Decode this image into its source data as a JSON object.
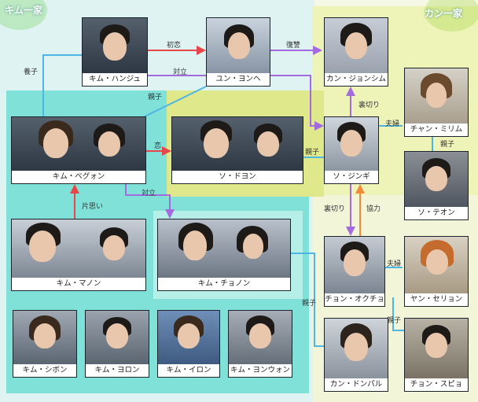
{
  "families": {
    "kim": "キム一家",
    "kang": "カン一家"
  },
  "people": {
    "kim_hanju": "キム・ハンジュ",
    "yun_yonhe": "ユン・ヨンヘ",
    "kang_jonsim": "カン・ジョンシム",
    "chan_mirim": "チャン・ミリム",
    "kim_begwon": "キム・ベグォン",
    "so_doyon": "ソ・ドヨン",
    "so_jingi": "ソ・ジンギ",
    "so_teon": "ソ・テオン",
    "kim_manon": "キム・マノン",
    "kim_chonon": "キム・チョノン",
    "chon_okucho": "チョン・オクチョ",
    "yan_serion": "ヤン・セリョン",
    "kim_shibon": "キム・シボン",
    "kim_yoron": "キム・ヨロン",
    "kim_iron": "キム・イロン",
    "kim_yonuon": "キム・ヨンウォン",
    "kang_donparu": "カン・ドンパル",
    "chon_supiyo": "チョン・スピョ"
  },
  "relations": {
    "first_love": "初恋",
    "revenge": "復讐",
    "adoptive_parent": "養子",
    "conflict_top": "対立",
    "parent_child_1": "親子",
    "betrayal_1": "裏切り",
    "married_1": "夫婦",
    "parent_child_2": "親子",
    "love": "恋",
    "parent_child_3": "親子",
    "conflict_mid": "対立",
    "one_sided_love": "片思い",
    "betrayal_2": "裏切り",
    "cooperation": "協力",
    "married_2": "夫婦",
    "parent_child_4": "親子",
    "parent_child_5": "親子"
  },
  "colors": {
    "love_line": "#e8474a",
    "revenge_line": "#a46be0",
    "family_line": "#4fb6e4",
    "cooperation_line": "#f28a3a"
  }
}
